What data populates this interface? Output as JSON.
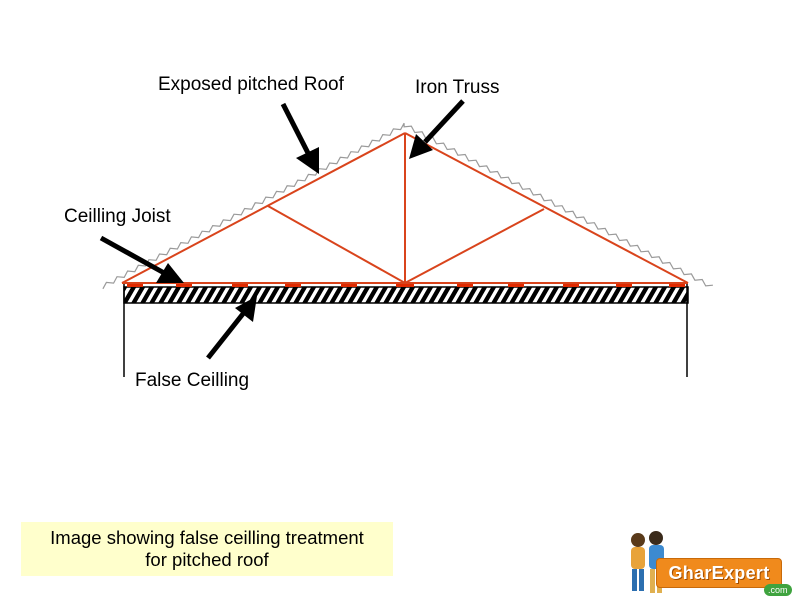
{
  "labels": {
    "exposed_roof": "Exposed pitched Roof",
    "iron_truss": "Iron Truss",
    "ceiling_joist": "Ceilling Joist",
    "false_ceiling": "False Ceilling"
  },
  "caption": {
    "line1": "Image showing false ceilling treatment",
    "line2": "for pitched roof"
  },
  "logo": {
    "text": "GharExpert",
    "suffix": ".com"
  },
  "colors": {
    "truss": "#d9441c",
    "joist": "#e02a00",
    "roof_outline": "#9a9a9a",
    "arrow": "#000000",
    "caption_bg": "#ffffcc",
    "logo_orange": "#f08a1c",
    "logo_green": "#3fa33f"
  }
}
